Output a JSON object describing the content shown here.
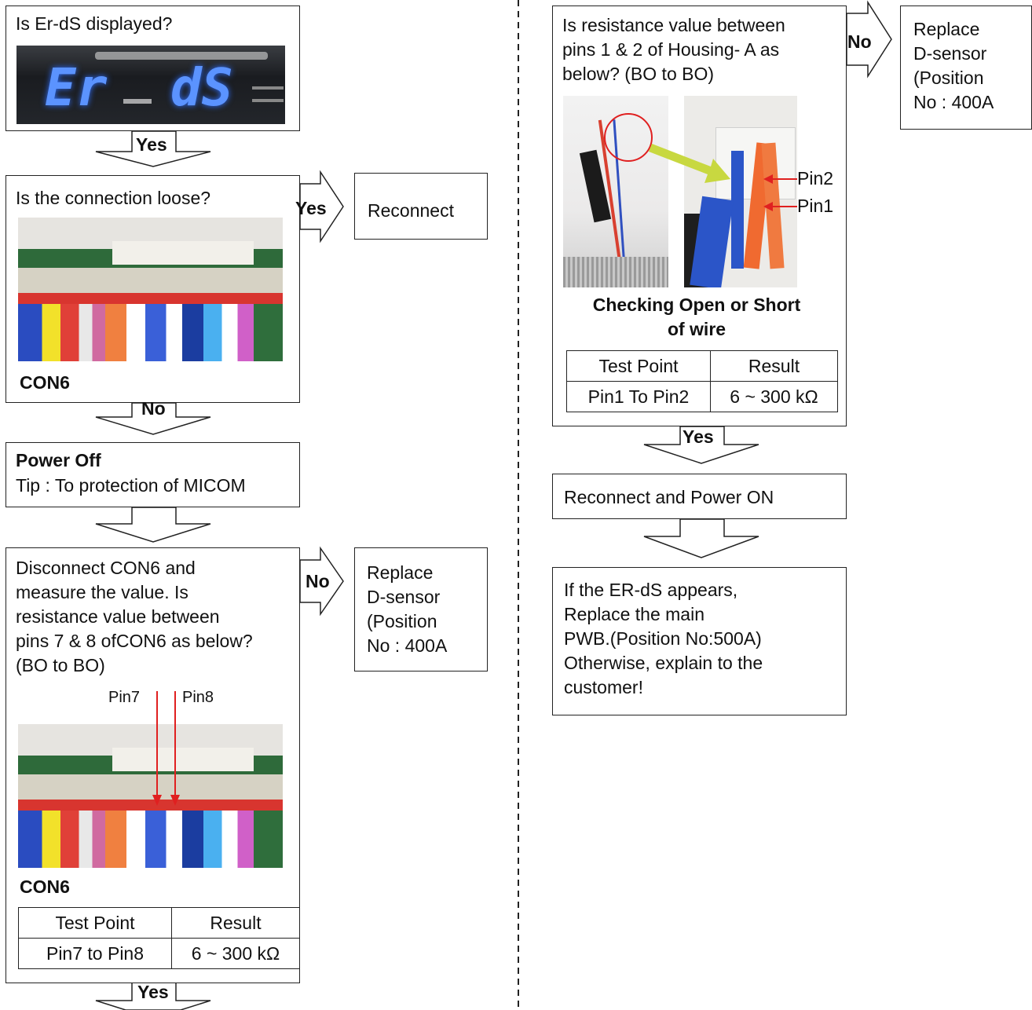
{
  "left": {
    "q1": {
      "text": "Is Er-dS displayed?"
    },
    "display": {
      "left_code": "Er",
      "right_code": "dS"
    },
    "a1": {
      "label": "Yes"
    },
    "q2": {
      "text": "Is the connection loose?",
      "photo_label": "CON6"
    },
    "a2_right": {
      "label": "Yes"
    },
    "reconnect": {
      "text": "Reconnect"
    },
    "a2_down": {
      "label": "No"
    },
    "power_off": {
      "title": "Power Off",
      "tip": "Tip : To protection of MICOM"
    },
    "q3": {
      "text": "Disconnect CON6 and\nmeasure the value. Is\nresistance value between\npins 7 & 8 ofCON6 as below?\n(BO to BO)",
      "pin7": "Pin7",
      "pin8": "Pin8",
      "photo_label": "CON6",
      "table": {
        "header": [
          "Test Point",
          "Result"
        ],
        "rows": [
          [
            "Pin7 to Pin8",
            "6 ~ 300 kΩ"
          ]
        ]
      }
    },
    "a3_right": {
      "label": "No"
    },
    "replace1": {
      "text": "Replace\nD-sensor\n(Position\nNo : 400A"
    },
    "a3_down": {
      "label": "Yes"
    }
  },
  "right": {
    "q4": {
      "text": "Is resistance value between\npins 1 & 2 of Housing- A as\nbelow? (BO to BO)",
      "pin2": "Pin2",
      "pin1": "Pin1",
      "caption": "Checking Open or Short\nof wire",
      "table": {
        "header": [
          "Test Point",
          "Result"
        ],
        "rows": [
          [
            "Pin1 To Pin2",
            "6 ~ 300 kΩ"
          ]
        ]
      }
    },
    "a4_right": {
      "label": "No"
    },
    "replace2": {
      "text": "Replace\nD-sensor\n(Position\nNo : 400A"
    },
    "a4_down": {
      "label": "Yes"
    },
    "reconnect_on": {
      "text": "Reconnect and Power ON"
    },
    "final": {
      "text": "If the ER-dS appears,\nReplace the main\nPWB.(Position No:500A)\nOtherwise, explain to the\ncustomer!"
    }
  },
  "colors": {
    "wire_red": "#e02020",
    "led_blue": "#4f8cff",
    "pcb_green": "#2f6e3c",
    "arrow_yellow": "#c8d840"
  }
}
